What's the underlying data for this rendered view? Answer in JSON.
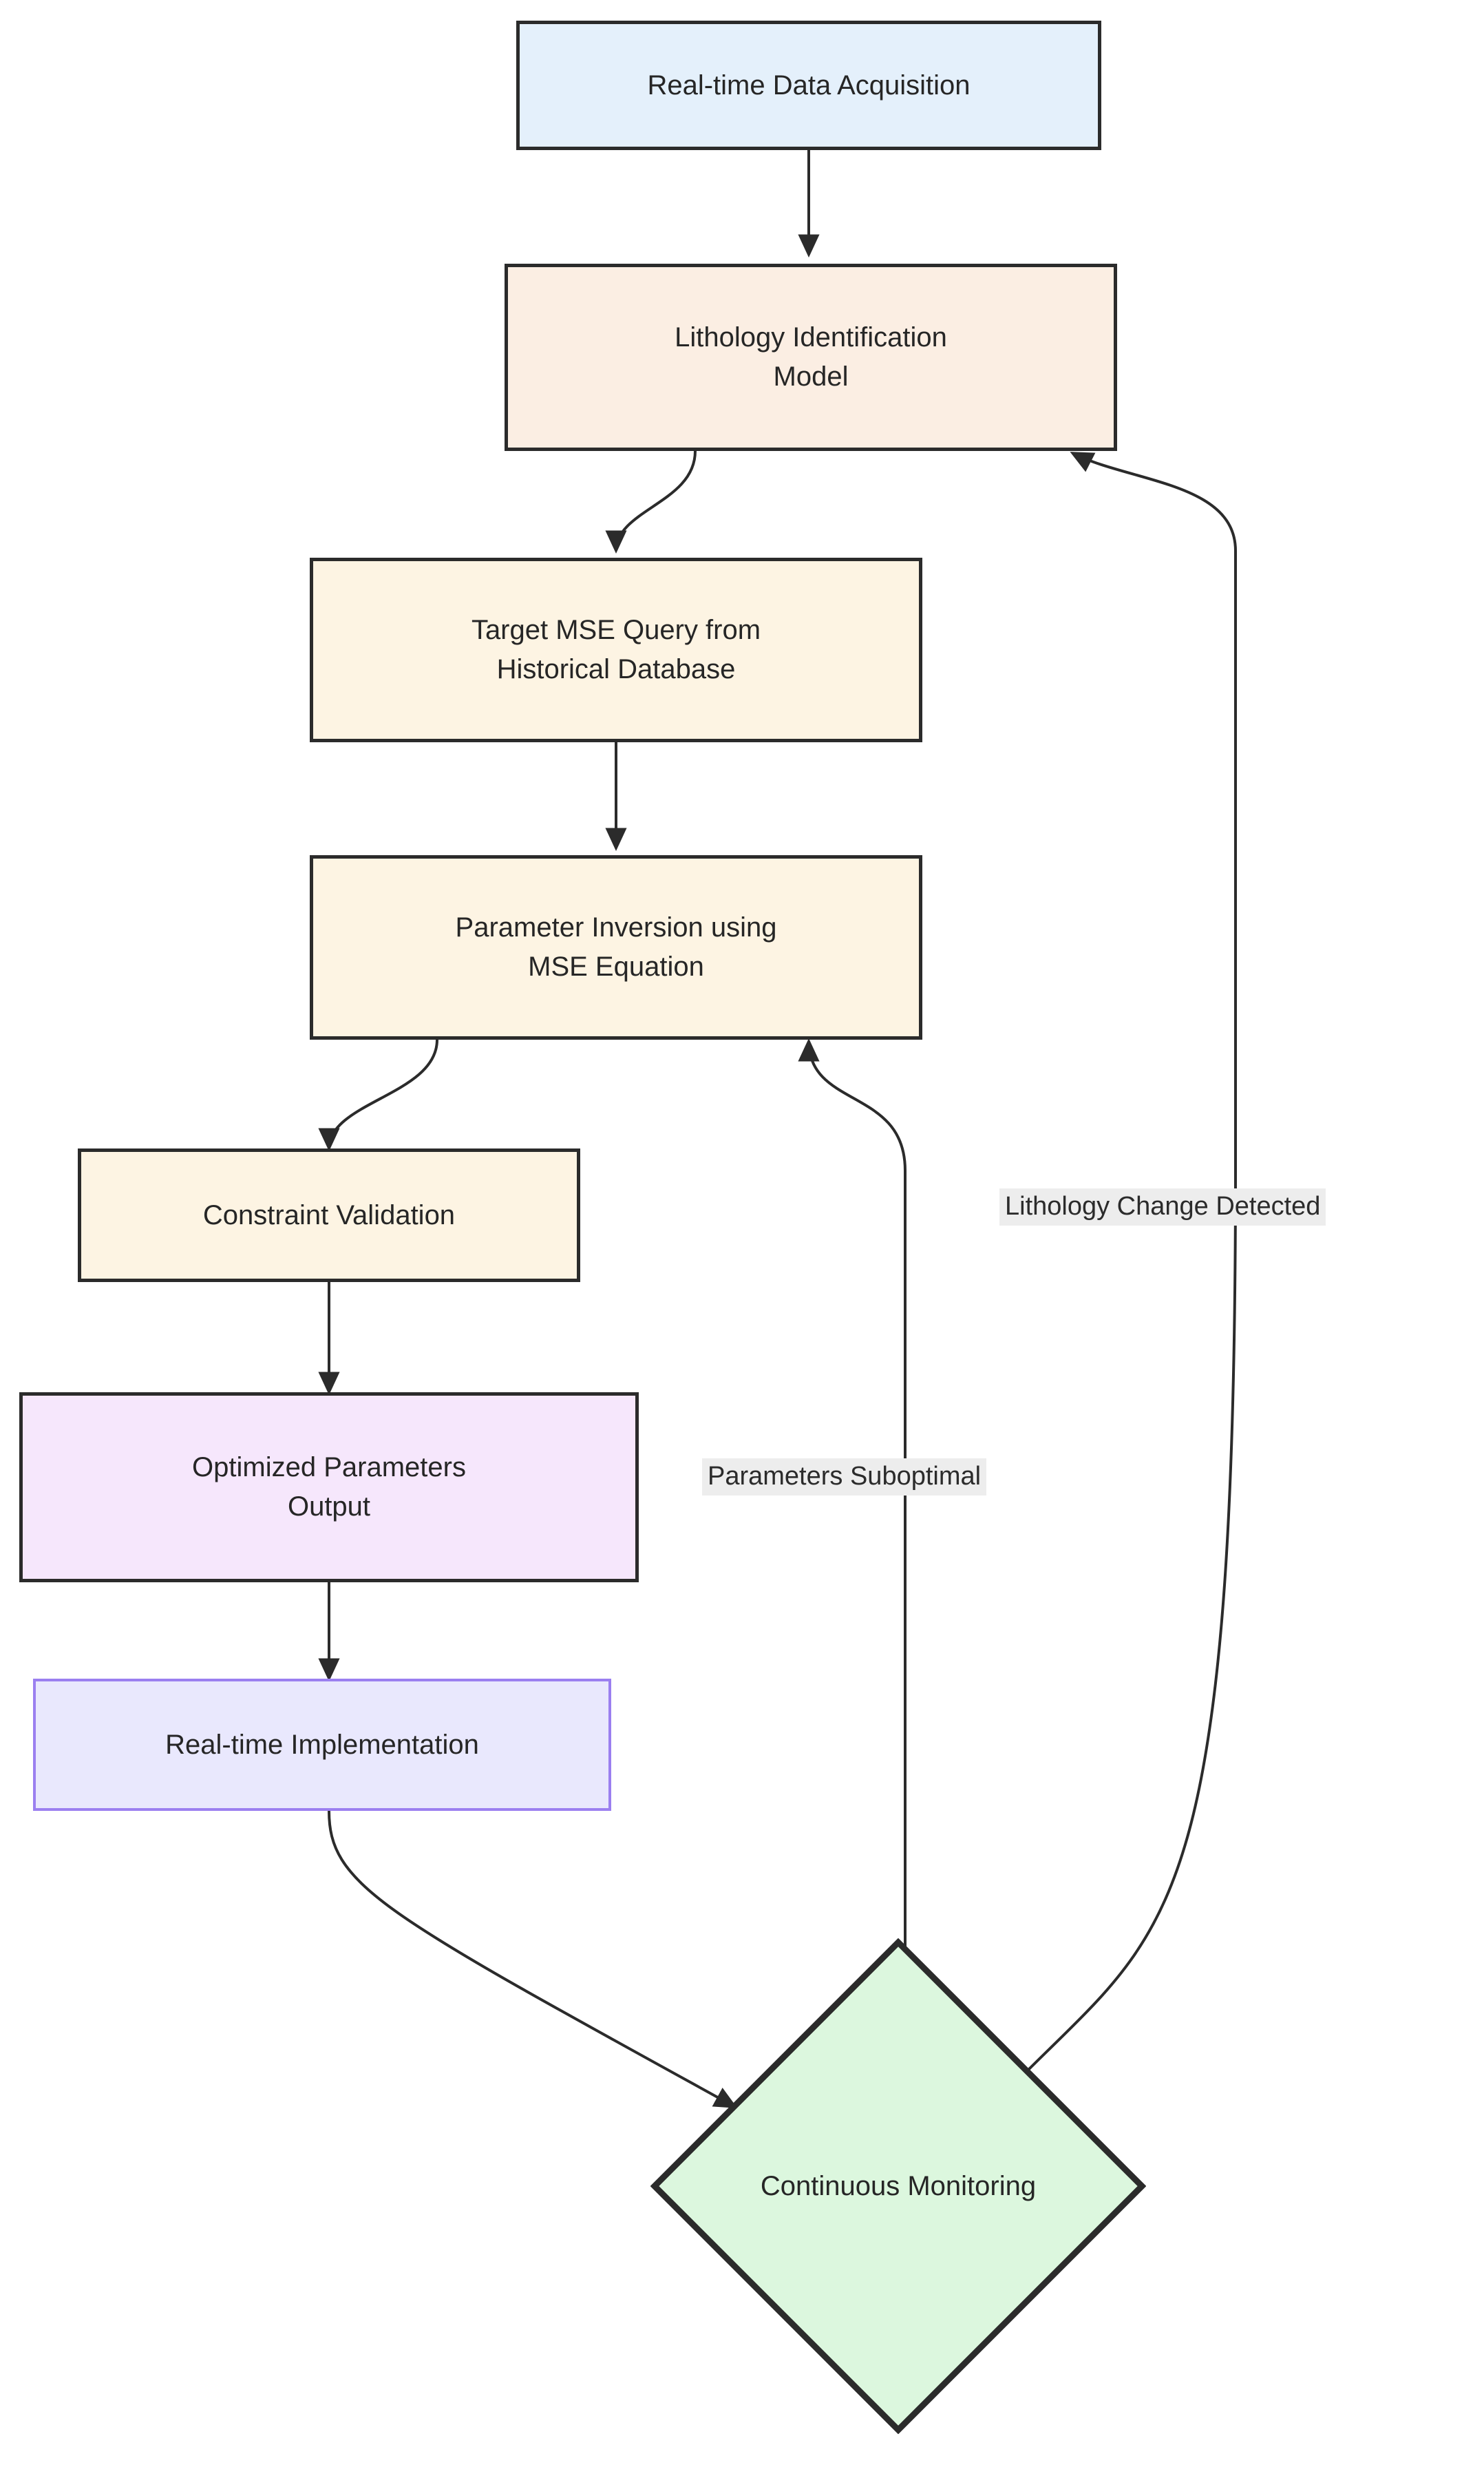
{
  "diagram": {
    "type": "flowchart",
    "direction": "top-down",
    "background": "#ffffff",
    "nodes": [
      {
        "id": "acq",
        "label": "Real-time Data Acquisition",
        "shape": "rectangle",
        "fill": "#e4f0fb",
        "stroke": "#2b2b2b",
        "text_color": "#262626",
        "font_size": 40
      },
      {
        "id": "litho",
        "label": "Lithology Identification\nModel",
        "shape": "rectangle",
        "fill": "#fbeee3",
        "stroke": "#2b2b2b",
        "text_color": "#262626",
        "font_size": 40
      },
      {
        "id": "query",
        "label": "Target MSE Query from\nHistorical Database",
        "shape": "rectangle",
        "fill": "#fdf4e3",
        "stroke": "#2b2b2b",
        "text_color": "#262626",
        "font_size": 40
      },
      {
        "id": "inv",
        "label": "Parameter Inversion using\nMSE Equation",
        "shape": "rectangle",
        "fill": "#fdf4e3",
        "stroke": "#2b2b2b",
        "text_color": "#262626",
        "font_size": 40
      },
      {
        "id": "valid",
        "label": "Constraint Validation",
        "shape": "rectangle",
        "fill": "#fdf4e3",
        "stroke": "#2b2b2b",
        "text_color": "#262626",
        "font_size": 40
      },
      {
        "id": "opt",
        "label": "Optimized Parameters\nOutput",
        "shape": "rectangle",
        "fill": "#f6e7fc",
        "stroke": "#2b2b2b",
        "text_color": "#262626",
        "font_size": 40
      },
      {
        "id": "impl",
        "label": "Real-time Implementation",
        "shape": "rectangle",
        "fill": "#e9e8fd",
        "stroke": "#9b7ff0",
        "text_color": "#262626",
        "font_size": 40
      },
      {
        "id": "monitor",
        "label": "Continuous Monitoring",
        "shape": "diamond",
        "fill": "#dcf7de",
        "stroke": "#2b2b2b",
        "text_color": "#262626",
        "font_size": 40
      }
    ],
    "edges": [
      {
        "from": "acq",
        "to": "litho",
        "label": ""
      },
      {
        "from": "litho",
        "to": "query",
        "label": ""
      },
      {
        "from": "query",
        "to": "inv",
        "label": ""
      },
      {
        "from": "inv",
        "to": "valid",
        "label": ""
      },
      {
        "from": "valid",
        "to": "opt",
        "label": ""
      },
      {
        "from": "opt",
        "to": "impl",
        "label": ""
      },
      {
        "from": "impl",
        "to": "monitor",
        "label": ""
      },
      {
        "from": "monitor",
        "to": "inv",
        "label": "Parameters Suboptimal"
      },
      {
        "from": "monitor",
        "to": "litho",
        "label": "Lithology Change Detected"
      }
    ],
    "edge_labels": {
      "lithology_change": "Lithology Change Detected",
      "parameters_suboptimal": "Parameters Suboptimal"
    },
    "edge_style": {
      "stroke": "#333333",
      "width": 4,
      "arrow": "filled-triangle",
      "label_bg": "#ededed"
    }
  }
}
